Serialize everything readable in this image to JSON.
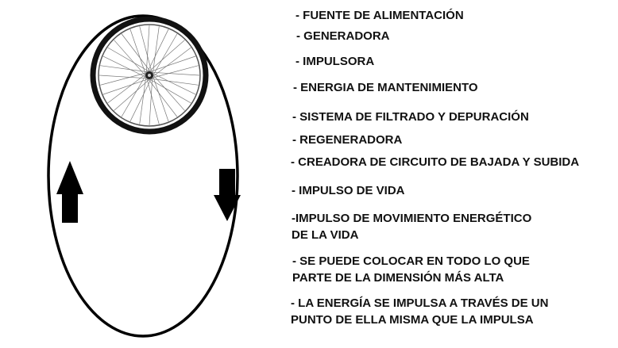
{
  "labels": [
    "- FUENTE DE ALIMENTACIÓN",
    "- GENERADORA",
    "- IMPULSORA",
    "- ENERGIA DE MANTENIMIENTO",
    "- SISTEMA DE FILTRADO Y DEPURACIÓN",
    "- REGENERADORA",
    "- CREADORA DE CIRCUITO DE BAJADA Y SUBIDA",
    "- IMPULSO DE VIDA",
    [
      "-IMPULSO DE MOVIMIENTO ENERGÉTICO",
      "DE LA VIDA"
    ],
    [
      "- SE PUEDE COLOCAR EN TODO LO QUE",
      "PARTE DE LA DIMENSIÓN MÁS ALTA"
    ],
    [
      "- LA ENERGÍA SE IMPULSA A TRAVÉS DE UN",
      "PUNTO DE ELLA MISMA QUE LA IMPULSA"
    ]
  ]
}
